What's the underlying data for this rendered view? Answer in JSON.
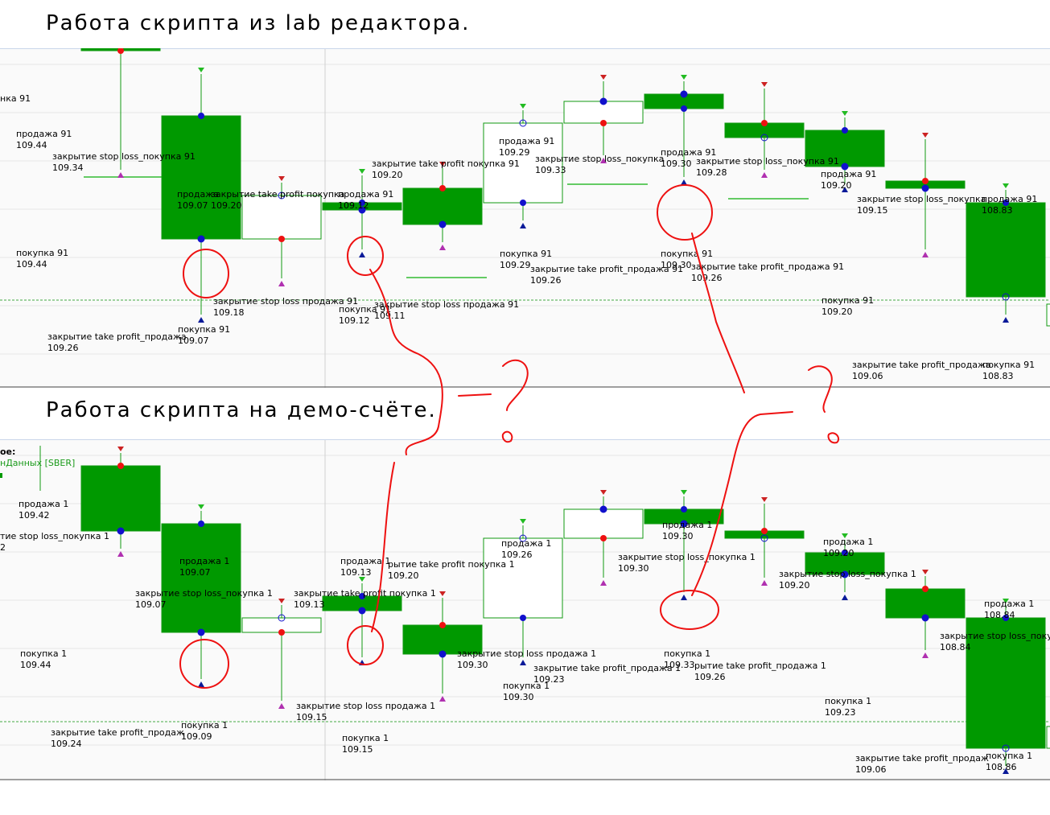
{
  "captions": {
    "top": "Работа скрипта из lab редактора.",
    "bottom": "Работа скрипта на демо-счёте."
  },
  "legend": {
    "line1": "ое:",
    "line2": "нДанных [SBER]"
  },
  "colors": {
    "candle_fill": "#009900",
    "candle_outline": "#119911",
    "sell_arrow": "#22bb22",
    "buy_arrow": "#0a1a99",
    "exit_down": "#cc2222",
    "exit_up": "#b030b0",
    "dot_red": "#ee1111",
    "dot_blue": "#1111cc",
    "annotation": "#ee1111",
    "hline": "#33bb33"
  },
  "chart_data": [
    {
      "type": "candlestick",
      "panel": "top",
      "candles": [
        {
          "o": 109.44,
          "h": 109.44,
          "l": 109.44,
          "c": 109.44,
          "filled": true,
          "partial": true
        },
        {
          "o": 109.33,
          "h": 109.33,
          "l": 109.19,
          "c": 109.42,
          "filled": true
        },
        {
          "o": 109.24,
          "h": 109.28,
          "l": 108.99,
          "c": 109.07,
          "filled": true
        },
        {
          "o": 109.07,
          "h": 109.1,
          "l": 109.04,
          "c": 109.13,
          "filled": false
        },
        {
          "o": 109.12,
          "h": 109.14,
          "l": 109.08,
          "c": 109.11,
          "filled": true
        },
        {
          "o": 109.14,
          "h": 109.15,
          "l": 109.12,
          "c": 109.09,
          "filled": true
        },
        {
          "o": 109.12,
          "h": 109.19,
          "l": 109.12,
          "c": 109.23,
          "filled": false
        },
        {
          "o": 109.23,
          "h": 109.27,
          "l": 109.21,
          "c": 109.26,
          "filled": false
        },
        {
          "o": 109.25,
          "h": 109.25,
          "l": 109.18,
          "c": 109.27,
          "filled": true
        },
        {
          "o": 109.23,
          "h": 109.26,
          "l": 109.19,
          "c": 109.21,
          "filled": true
        },
        {
          "o": 109.22,
          "h": 109.22,
          "l": 109.17,
          "c": 109.17,
          "filled": true
        },
        {
          "o": 109.15,
          "h": 109.19,
          "l": 109.08,
          "c": 109.14,
          "filled": true
        },
        {
          "o": 109.12,
          "h": 109.12,
          "l": 108.99,
          "c": 108.99,
          "filled": true
        },
        {
          "o": 108.98,
          "h": 109.04,
          "l": 108.96,
          "c": 108.95,
          "filled": false
        }
      ],
      "labels": [
        {
          "text": "нка 91",
          "slot": 0
        },
        {
          "text": "продажа 91",
          "sub": "109.44",
          "slot": 0
        },
        {
          "text": "закрытие stop loss_покупка 91",
          "sub": "109.34",
          "slot": 1
        },
        {
          "text": "покупка 91",
          "sub": "109.44",
          "slot": 0
        },
        {
          "text": "закрытие take profit_продажа",
          "sub": "109.26",
          "slot": 1
        },
        {
          "text": "продажа",
          "sub": "109.07",
          "slot": 2
        },
        {
          "text": "закрытие take profit покупка",
          "sub": "109.20",
          "slot": 2
        },
        {
          "text": "закрытие stop loss продажа 91",
          "sub": "109.18",
          "slot": 2
        },
        {
          "text": "покупка 91",
          "sub": "109.07",
          "slot": 2
        },
        {
          "text": "продажа 91",
          "sub": "109.12",
          "slot": 4
        },
        {
          "text": "закрытие take profit покупка 91",
          "sub": "109.20",
          "slot": 4
        },
        {
          "text": "покупка 91",
          "sub": "109.12",
          "slot": 4
        },
        {
          "text": "закрытие stop loss продажа 91",
          "sub": "109.11",
          "slot": 4
        },
        {
          "text": "продажа 91",
          "sub": "109.29",
          "slot": 6
        },
        {
          "text": "закрытие stop loss_покупка",
          "sub": "109.33",
          "slot": 6
        },
        {
          "text": "покупка 91",
          "sub": "109.29",
          "slot": 6
        },
        {
          "text": "закрытие take profit_продажа 91",
          "sub": "109.26",
          "slot": 6
        },
        {
          "text": "продажа 91",
          "sub": "109.30",
          "slot": 8
        },
        {
          "text": "закрытие stop loss_покупка 91",
          "sub": "109.28",
          "slot": 8
        },
        {
          "text": "покупка 91",
          "sub": "109.30",
          "slot": 8
        },
        {
          "text": "закрытие take profit_продажа 91",
          "sub": "109.26",
          "slot": 8
        },
        {
          "text": "продажа 91",
          "sub": "109.20",
          "slot": 10
        },
        {
          "text": "закрытие stop loss_покупка",
          "sub": "109.15",
          "slot": 10
        },
        {
          "text": "продажа 91",
          "sub": "108.83",
          "slot": 12
        },
        {
          "text": "покупка 91",
          "sub": "109.20",
          "slot": 10
        },
        {
          "text": "закрытие take profit_продажа",
          "sub": "109.06",
          "slot": 10
        },
        {
          "text": "покупка 91",
          "sub": "108.83",
          "slot": 12
        }
      ]
    },
    {
      "type": "candlestick",
      "panel": "bottom",
      "candles": [
        {
          "o": 109.42,
          "h": 109.44,
          "l": 109.42,
          "c": 109.42,
          "filled": true,
          "partial": true
        },
        {
          "o": 109.43,
          "h": 109.43,
          "l": 109.34,
          "c": 109.34,
          "filled": true
        },
        {
          "o": 109.35,
          "h": 109.35,
          "l": 109.16,
          "c": 109.2,
          "filled": true
        },
        {
          "o": 109.2,
          "h": 109.22,
          "l": 109.13,
          "c": 109.22,
          "filled": false
        },
        {
          "o": 109.25,
          "h": 109.25,
          "l": 109.19,
          "c": 109.23,
          "filled": true
        },
        {
          "o": 109.21,
          "h": 109.23,
          "l": 109.14,
          "c": 109.17,
          "filled": true
        },
        {
          "o": 109.22,
          "h": 109.27,
          "l": 109.19,
          "c": 109.33,
          "filled": false
        },
        {
          "o": 109.33,
          "h": 109.33,
          "l": 109.3,
          "c": 109.37,
          "filled": false
        },
        {
          "o": 109.37,
          "h": 109.37,
          "l": 109.28,
          "c": 109.35,
          "filled": true
        },
        {
          "o": 109.34,
          "h": 109.36,
          "l": 109.3,
          "c": 109.33,
          "filled": true
        },
        {
          "o": 109.31,
          "h": 109.31,
          "l": 109.3,
          "c": 109.28,
          "filled": true
        },
        {
          "o": 109.26,
          "h": 109.26,
          "l": 109.2,
          "c": 109.22,
          "filled": true
        },
        {
          "o": 109.22,
          "h": 109.22,
          "l": 109.05,
          "c": 109.04,
          "filled": true
        },
        {
          "o": 109.07,
          "h": 109.09,
          "l": 109.04,
          "c": 109.04,
          "filled": false
        }
      ],
      "labels": [
        {
          "text": "продажа 1",
          "sub": "109.42",
          "slot": 0
        },
        {
          "text": "тие stop loss_покупка 1",
          "sub": "2",
          "slot": 0
        },
        {
          "text": "покупка 1",
          "sub": "109.44",
          "slot": 0
        },
        {
          "text": "закрытие take profit_продаж",
          "sub": "109.24",
          "slot": 1
        },
        {
          "text": "продажа 1",
          "sub": "109.07",
          "slot": 2
        },
        {
          "text": "закрытие stop loss_покупка 1",
          "sub": "109.07",
          "slot": 2
        },
        {
          "text": "покупка 1",
          "sub": "109.09",
          "slot": 2
        },
        {
          "text": "продажа 1",
          "sub": "109.13",
          "slot": 4
        },
        {
          "text": "рытие take profit покупка 1",
          "sub": "109.20",
          "slot": 4
        },
        {
          "text": "закрытие take profit покупка 1",
          "sub": "109.13",
          "slot": 4
        },
        {
          "text": "закрытие stop loss продажа 1",
          "sub": "109.15",
          "slot": 4
        },
        {
          "text": "покупка 1",
          "sub": "109.15",
          "slot": 4
        },
        {
          "text": "продажа 1",
          "sub": "109.26",
          "slot": 6
        },
        {
          "text": "закрытие stop loss продажа 1",
          "sub": "109.30",
          "slot": 6
        },
        {
          "text": "закрытие take profit_продажа 1",
          "sub": "109.23",
          "slot": 6
        },
        {
          "text": "покупка 1",
          "sub": "109.30",
          "slot": 6
        },
        {
          "text": "продажа 1",
          "sub": "109.30",
          "slot": 8
        },
        {
          "text": "закрытие stop loss_покупка 1",
          "sub": "109.30",
          "slot": 8
        },
        {
          "text": "покупка 1",
          "sub": "109.33",
          "slot": 8
        },
        {
          "text": "рытие take profit_продажа 1",
          "sub": "109.26",
          "slot": 8
        },
        {
          "text": "продажа 1",
          "sub": "109.20",
          "slot": 10
        },
        {
          "text": "закрытие stop loss_покупка 1",
          "sub": "109.20",
          "slot": 10
        },
        {
          "text": "покупка 1",
          "sub": "109.23",
          "slot": 10
        },
        {
          "text": "закрытие take profit_продаж",
          "sub": "109.06",
          "slot": 10
        },
        {
          "text": "продажа 1",
          "sub": "108.84",
          "slot": 12
        },
        {
          "text": "закрытие stop loss_поку",
          "sub": "108.84",
          "slot": 12
        },
        {
          "text": "покупка 1",
          "sub": "108.86",
          "slot": 12
        }
      ]
    }
  ]
}
